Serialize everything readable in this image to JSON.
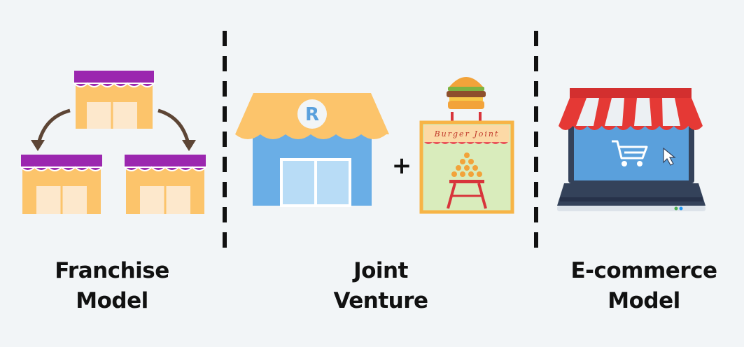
{
  "models": [
    {
      "title_line1": "Franchise",
      "title_line2": "Model"
    },
    {
      "title_line1": "Joint",
      "title_line2": "Venture"
    },
    {
      "title_line1": "E-commerce",
      "title_line2": "Model"
    }
  ],
  "joint_venture": {
    "plus_symbol": "+",
    "restaurant_logo": "R",
    "burger_sign": "Burger Joint"
  },
  "colors": {
    "background": "#f2f5f7",
    "awning_purple": "#9b27af",
    "shop_orange": "#fcc46b",
    "shop_window": "#fde8cc",
    "restaurant_blue": "#6aaee6",
    "burger_green": "#d9ecbc",
    "awning_red": "#e53935",
    "laptop_dark": "#34425a"
  },
  "icons": [
    "store-icon",
    "arrow-icon",
    "restaurant-icon",
    "burger-stand-icon",
    "laptop-store-icon",
    "shopping-cart-icon",
    "cursor-icon"
  ]
}
